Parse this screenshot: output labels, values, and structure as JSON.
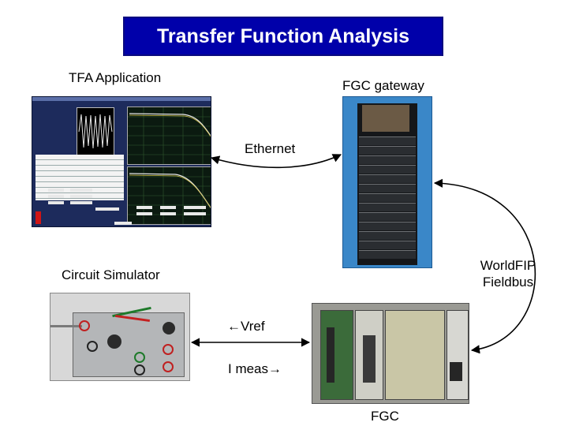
{
  "title": "Transfer Function Analysis",
  "labels": {
    "tfa_application": "TFA Application",
    "fgc_gateway": "FGC gateway",
    "ethernet": "Ethernet",
    "circuit_simulator": "Circuit Simulator",
    "worldfip_line1": "WorldFIP",
    "worldfip_line2": "Fieldbus",
    "vref": "←Vref",
    "imeas": "I meas→",
    "fgc": "FGC"
  },
  "colors": {
    "title_background": "#0000aa",
    "title_text": "#ffffff",
    "connector": "#000000"
  }
}
